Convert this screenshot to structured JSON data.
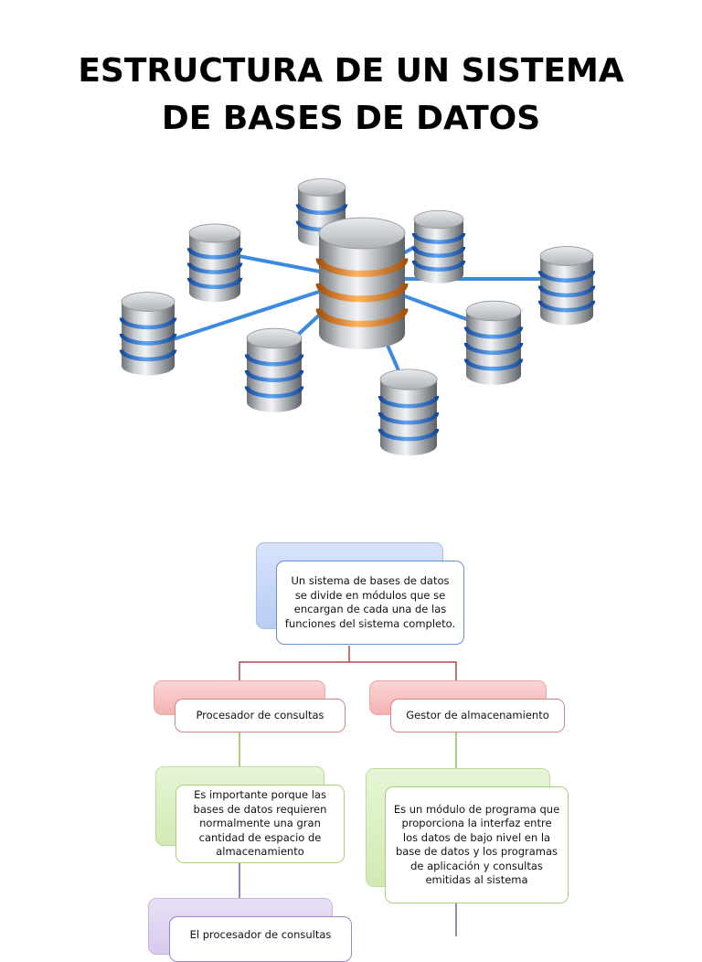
{
  "title": {
    "line1": "ESTRUCTURA DE UN SISTEMA",
    "line2": "DE BASES DE DATOS"
  },
  "illustration": {
    "icon": "database-network-icon",
    "cylinder_color": "#b9bcc1",
    "band_color_blue": "#2f79d4",
    "band_color_orange": "#f0902a",
    "link_color": "#3a8be0"
  },
  "diagram": {
    "root": "Un sistema de bases de datos se divide en módulos que se encargan de cada una de las funciones del sistema completo.",
    "left_branch": {
      "label": "Procesador de consultas",
      "description": "Es importante porque las bases de datos requieren normalmente una gran cantidad de espacio de almacenamiento",
      "next": "El procesador de consultas"
    },
    "right_branch": {
      "label": "Gestor de almacenamiento",
      "description": "Es un módulo de programa que proporciona la interfaz entre los datos de bajo nivel en la base de datos y los programas de aplicación y consultas emitidas al sistema"
    },
    "colors": {
      "root_border": "#6d8fd1",
      "branch_border": "#d68585",
      "leaf_border": "#a8d07a",
      "tail_border": "#9c86c6",
      "connector_red": "#b04848",
      "connector_green": "#8dbb5a",
      "connector_purple": "#7a5ca8"
    }
  }
}
